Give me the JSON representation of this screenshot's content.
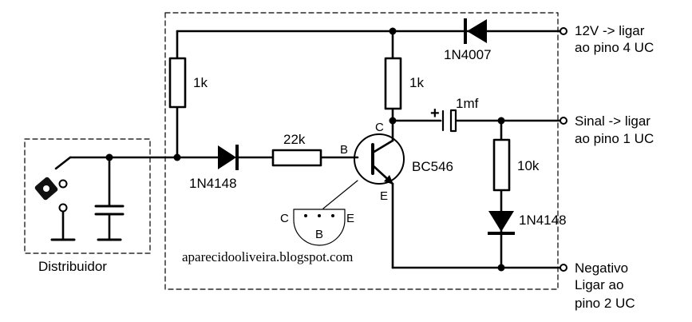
{
  "labels": {
    "r1": "1k",
    "r2": "1k",
    "r_base": "22k",
    "r_10k": "10k",
    "d_input": "1N4148",
    "d_supply": "1N4007",
    "d_output": "1N4148",
    "capacitor": "1mf",
    "cap_polarity": "+",
    "transistor": "BC546",
    "pin_c": "C",
    "pin_b": "B",
    "pin_e": "E",
    "pkg_c": "C",
    "pkg_b": "B",
    "pkg_e": "E",
    "distribuidor": "Distribuidor",
    "watermark": "aparecidooliveira.blogspot.com"
  },
  "terminals": {
    "supply": [
      "12V -> ligar",
      "ao pino 4 UC"
    ],
    "signal": [
      "Sinal -> ligar",
      "ao pino 1 UC"
    ],
    "ground": [
      "Negativo",
      "Ligar ao",
      "pino 2 UC"
    ]
  }
}
